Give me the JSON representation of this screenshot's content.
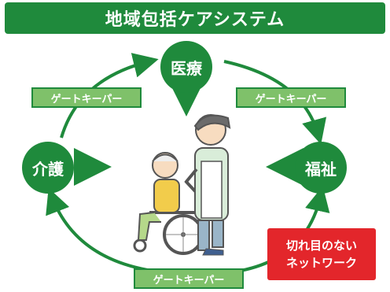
{
  "title": "地域包括ケアシステム",
  "nodes": {
    "medical": "医療",
    "care": "介護",
    "welfare": "福祉"
  },
  "gatekeepers": {
    "left": "ゲートキーパー",
    "right": "ゲートキーパー",
    "bottom": "ゲートキーパー"
  },
  "network": {
    "line1": "切れ目のない",
    "line2": "ネットワーク"
  },
  "colors": {
    "primary_green": "#1f8a3c",
    "light_green": "#7fc16a",
    "network_red": "#e3262b"
  }
}
